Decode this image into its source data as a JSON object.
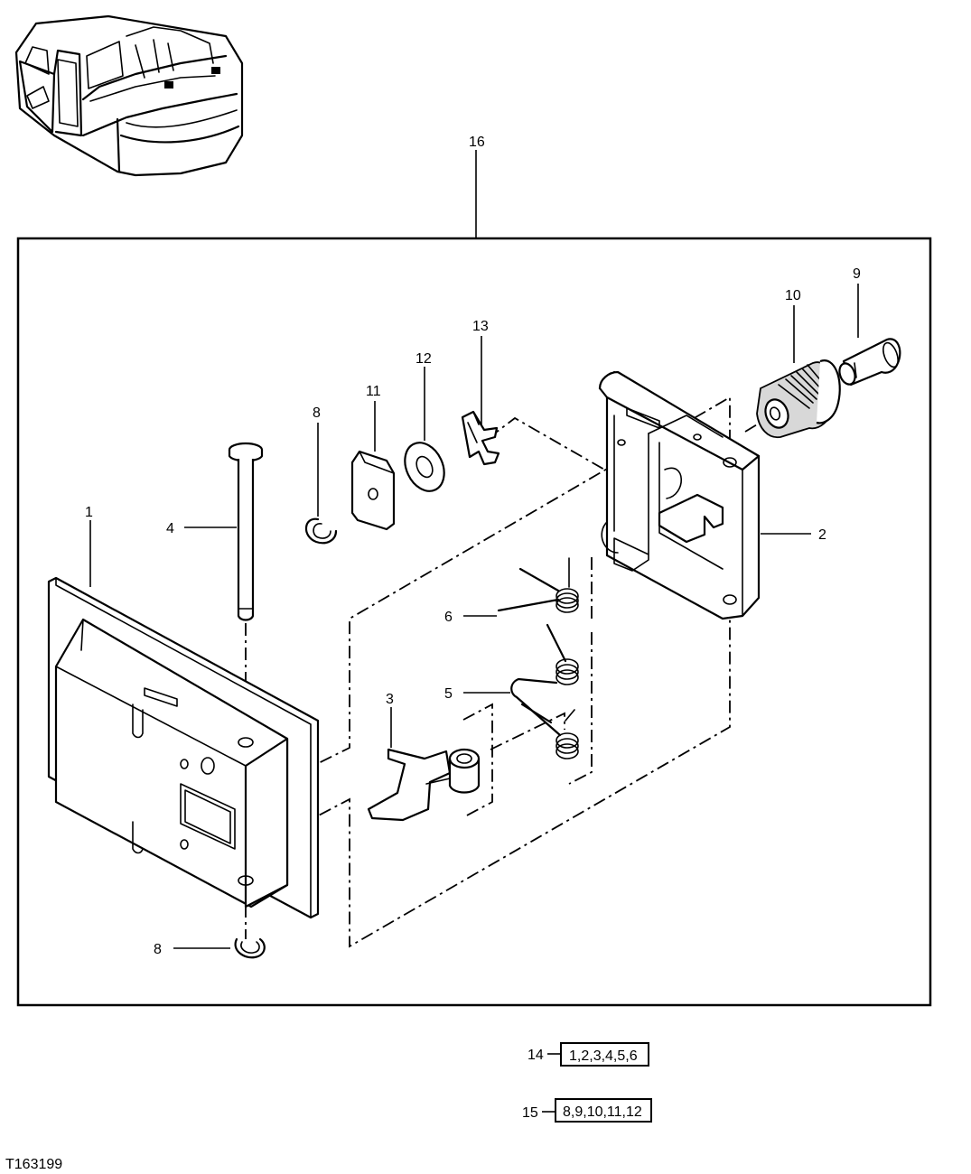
{
  "figure_id": "T163199",
  "assembly_callout": "16",
  "callouts": [
    {
      "id": "c1",
      "label": "1"
    },
    {
      "id": "c2",
      "label": "2"
    },
    {
      "id": "c3",
      "label": "3"
    },
    {
      "id": "c4",
      "label": "4"
    },
    {
      "id": "c5",
      "label": "5"
    },
    {
      "id": "c6",
      "label": "6"
    },
    {
      "id": "c8a",
      "label": "8"
    },
    {
      "id": "c8b",
      "label": "8"
    },
    {
      "id": "c9",
      "label": "9"
    },
    {
      "id": "c10",
      "label": "10"
    },
    {
      "id": "c11",
      "label": "11"
    },
    {
      "id": "c12",
      "label": "12"
    },
    {
      "id": "c13",
      "label": "13"
    }
  ],
  "kits": [
    {
      "label": "14",
      "contents": "1,2,3,4,5,6"
    },
    {
      "label": "15",
      "contents": "8,9,10,11,12"
    }
  ]
}
